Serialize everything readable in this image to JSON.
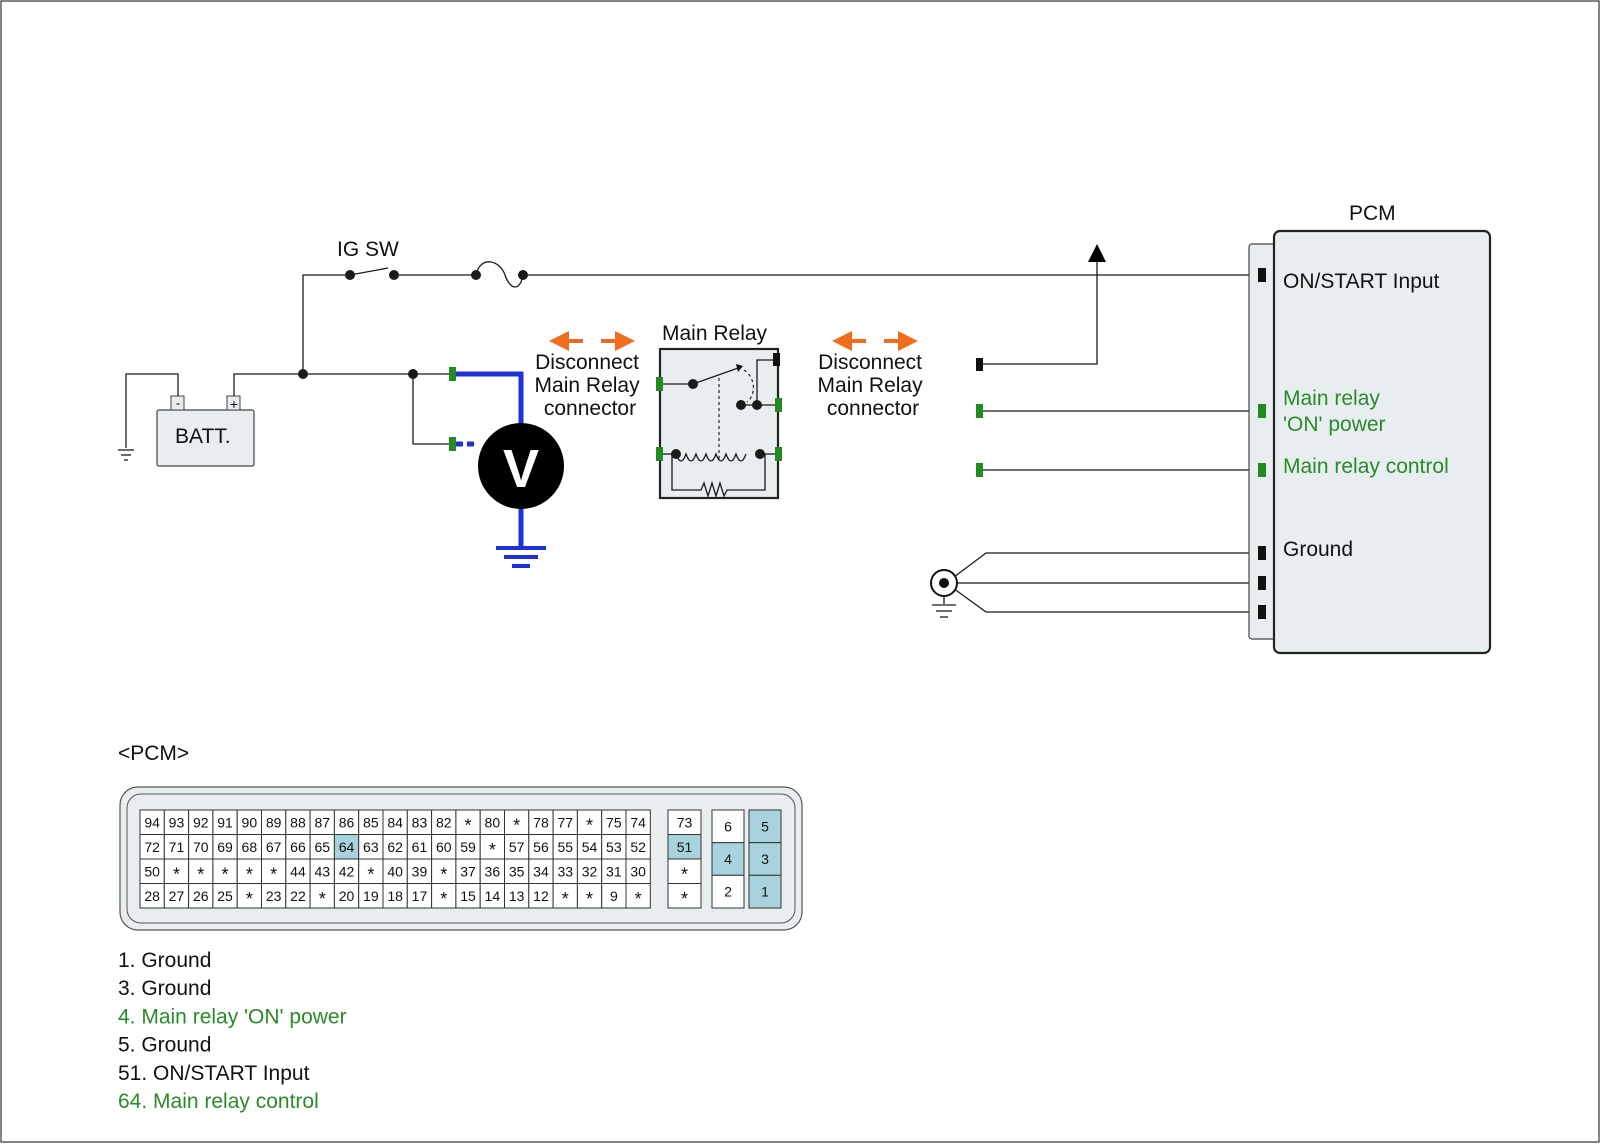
{
  "colors": {
    "green_text": "#2a8a2a",
    "green_terminal": "#228b22",
    "probe_blue": "#1f32d8",
    "arrow_orange": "#ee6e1d",
    "body_fill": "#e8eef0",
    "pin_highlight": "#a9d3dc"
  },
  "labels": {
    "ig_sw": "IG SW",
    "batt": "BATT.",
    "batt_neg": "-",
    "batt_pos": "+",
    "voltmeter": "V",
    "main_relay": "Main Relay",
    "disconnect_left": [
      "Disconnect",
      "Main Relay",
      "connector"
    ],
    "disconnect_right": [
      "Disconnect",
      "Main Relay",
      "connector"
    ],
    "pcm": "PCM",
    "pcm_on_start": "ON/START Input",
    "pcm_main_relay_on_power": [
      "Main relay",
      "'ON' power"
    ],
    "pcm_main_relay_control": "Main relay control",
    "pcm_ground": "Ground",
    "connector_title": "<PCM>"
  },
  "connector": {
    "main_rows": [
      [
        "94",
        "93",
        "92",
        "91",
        "90",
        "89",
        "88",
        "87",
        "86",
        "85",
        "84",
        "83",
        "82",
        "*",
        "80",
        "*",
        "78",
        "77",
        "*",
        "75",
        "74"
      ],
      [
        "72",
        "71",
        "70",
        "69",
        "68",
        "67",
        "66",
        "65",
        "64",
        "63",
        "62",
        "61",
        "60",
        "59",
        "*",
        "57",
        "56",
        "55",
        "54",
        "53",
        "52"
      ],
      [
        "50",
        "*",
        "*",
        "*",
        "*",
        "*",
        "44",
        "43",
        "42",
        "*",
        "40",
        "39",
        "*",
        "37",
        "36",
        "35",
        "34",
        "33",
        "32",
        "31",
        "30"
      ],
      [
        "28",
        "27",
        "26",
        "25",
        "*",
        "23",
        "22",
        "*",
        "20",
        "19",
        "18",
        "17",
        "*",
        "15",
        "14",
        "13",
        "12",
        "*",
        "*",
        "9",
        "*"
      ]
    ],
    "mid_column": [
      "73",
      "51",
      "*",
      "*"
    ],
    "block_left": [
      "6",
      "4",
      "2"
    ],
    "block_right": [
      "5",
      "3",
      "1"
    ],
    "highlighted": [
      "64",
      "51",
      "4",
      "5",
      "3",
      "1"
    ]
  },
  "legend": [
    {
      "text": "1. Ground",
      "color": "#111111"
    },
    {
      "text": "3. Ground",
      "color": "#111111"
    },
    {
      "text": "4. Main relay 'ON' power",
      "color": "#2a8a2a"
    },
    {
      "text": "5. Ground",
      "color": "#111111"
    },
    {
      "text": "51. ON/START Input",
      "color": "#111111"
    },
    {
      "text": "64. Main relay control",
      "color": "#2a8a2a"
    }
  ]
}
